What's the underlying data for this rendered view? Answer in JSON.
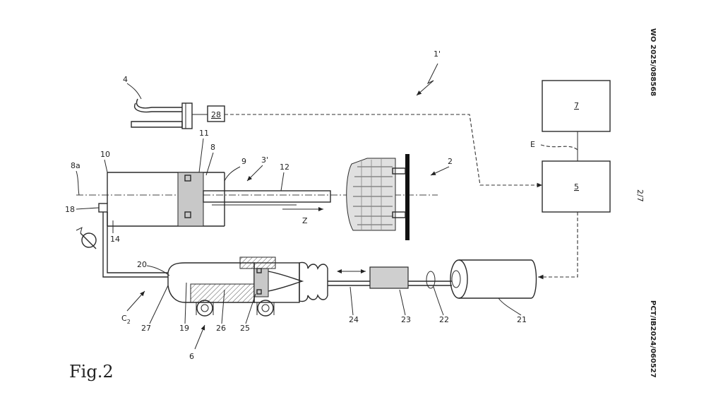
{
  "figure": {
    "title": "Fig.2",
    "publication_number": "WO 2025/088568",
    "application_number": "PCT/IB2024/060527",
    "sheet": "2/7"
  },
  "reference_numerals": {
    "system": "1'",
    "brake": "2",
    "actuator_variant": "3'",
    "pedal": "4",
    "control_unit": "5",
    "master_cylinder": "6",
    "block_7": "7",
    "seal_8": "8",
    "cylinder_wall_9": "9",
    "cylinder_10": "10",
    "piston_11": "11",
    "rod_12": "12",
    "chamber_14": "14",
    "port_18": "18",
    "chamber_19": "19",
    "end_20": "20",
    "motor": "21",
    "shaft_22": "22",
    "coupling_23": "23",
    "rod_24": "24",
    "piston_25": "25",
    "body_26": "26",
    "outlet_27": "27",
    "sensor": "28",
    "axis_8a": "8a",
    "signal_e": "E",
    "direction_z": "Z",
    "circuit_c2_base": "C",
    "circuit_c2_sub": "2"
  }
}
